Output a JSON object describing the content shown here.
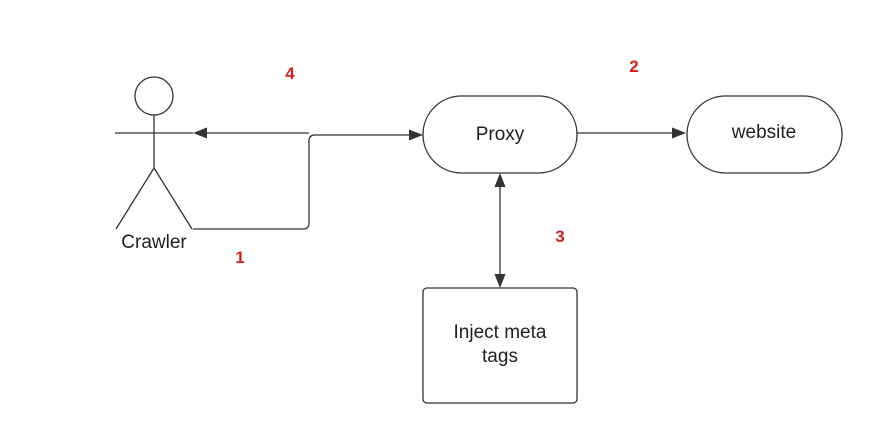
{
  "nodes": {
    "actor": {
      "label": "Crawler"
    },
    "proxy": {
      "label": "Proxy"
    },
    "website": {
      "label": "website"
    },
    "inject": {
      "line1": "Inject  meta",
      "line2": "tags"
    }
  },
  "steps": [
    {
      "id": "step-1",
      "label": "1"
    },
    {
      "id": "step-2",
      "label": "2"
    },
    {
      "id": "step-3",
      "label": "3"
    },
    {
      "id": "step-4",
      "label": "4"
    }
  ],
  "colors": {
    "stroke": "#333333",
    "text": "#1f1f1f",
    "step_label": "#d61f1f",
    "background": "#ffffff"
  }
}
